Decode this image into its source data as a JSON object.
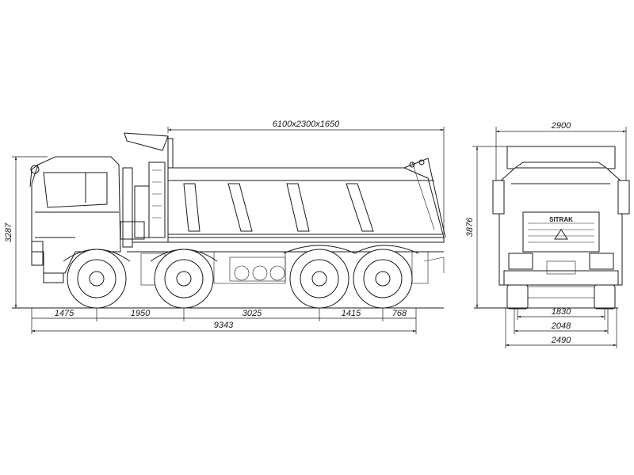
{
  "dimensions": {
    "body_size": "6100x2300x1650",
    "front_overhang": "1475",
    "axle_1_2": "1950",
    "axle_2_3": "3025",
    "axle_3_4": "1415",
    "rear_overhang": "768",
    "overall_length": "9343",
    "side_height": "3287",
    "front_width_top": "2900",
    "front_height": "3876",
    "track": "1830",
    "width_2048": "2048",
    "overall_width": "2490"
  },
  "brand": {
    "grille_text": "SITRAK"
  }
}
